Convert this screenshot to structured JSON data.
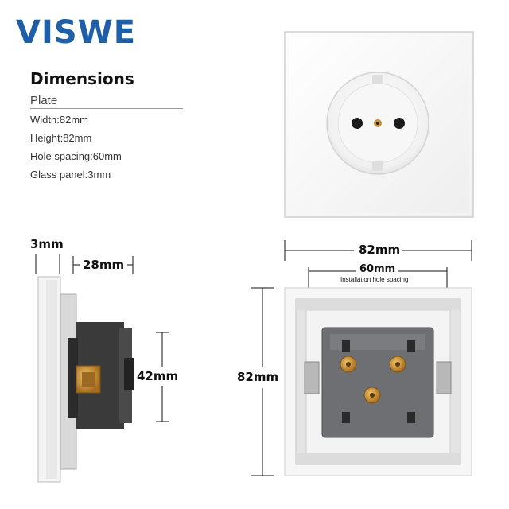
{
  "brand": "VISWE",
  "dimensions": {
    "title": "Dimensions",
    "subtitle": "Plate",
    "specs": [
      "Width:82mm",
      "Height:82mm",
      "Hole spacing:60mm",
      "Glass panel:3mm"
    ]
  },
  "side_view": {
    "thickness_label": "3mm",
    "depth_label": "28mm",
    "height_label": "42mm"
  },
  "back_view": {
    "width_label": "82mm",
    "spacing_label": "60mm",
    "spacing_caption": "Installation hole spacing",
    "height_label": "82mm"
  },
  "colors": {
    "brand": "#1f5fa8",
    "plate": "#f4f4f4",
    "socket_body": "#6d6f73",
    "brass": "#c8923a"
  }
}
